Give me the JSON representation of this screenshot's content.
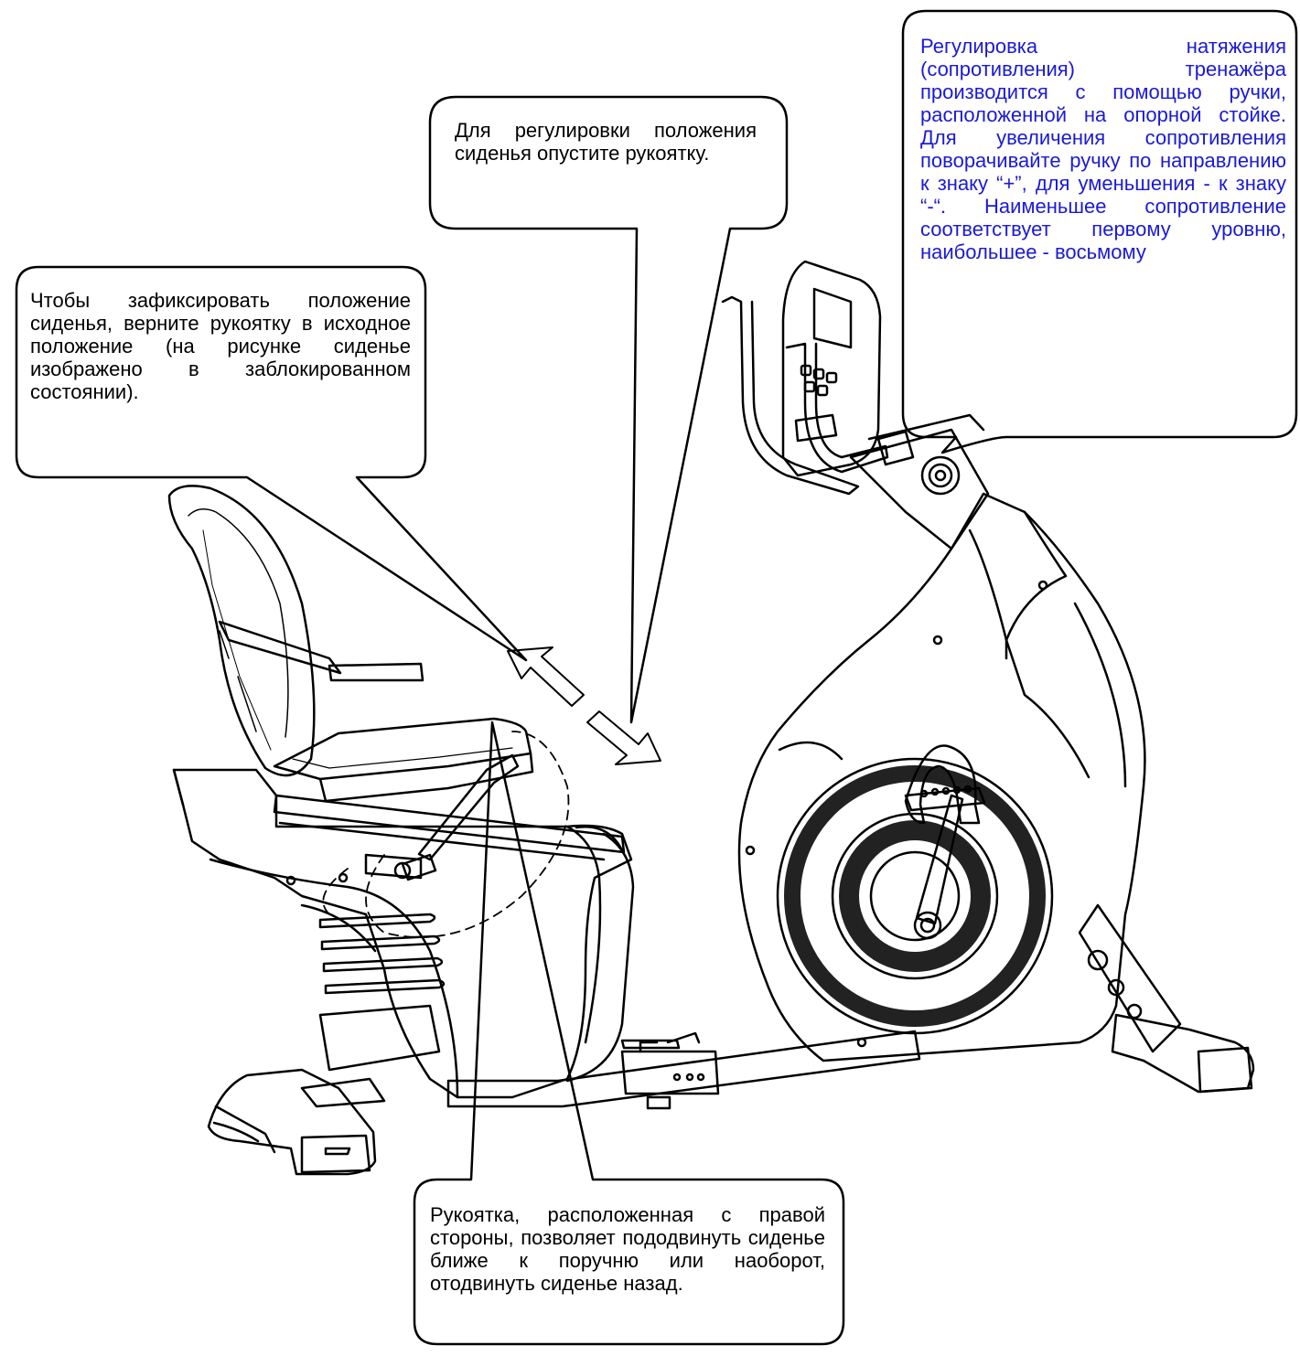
{
  "callouts": {
    "seat_release": "Для регулировки положения сиденья опустите рукоятку.",
    "seat_lock": "Чтобы зафиксировать положение сиденья, верните рукоятку в исходное положение (на рисунке сиденье изображено в заблокированном состоянии).",
    "resistance": "Регулировка натяжения (сопротивления) тренажёра производится с помощью ручки, расположенной на опорной стойке. Для увеличения сопротивления поворачивайте ручку по направлению к знаку “+”, для уменьшения - к знаку “-“. Наименьшее сопротивление соответствует первому уровню, наибольшее - восьмому",
    "seat_slide": "Рукоятка, расположенная с правой стороны, позволяет пододвинуть сиденье ближе к поручню или наоборот, отодвинуть сиденье назад."
  },
  "colors": {
    "line": "#000000",
    "resistance_text": "#1a1ad6",
    "background": "#ffffff"
  }
}
